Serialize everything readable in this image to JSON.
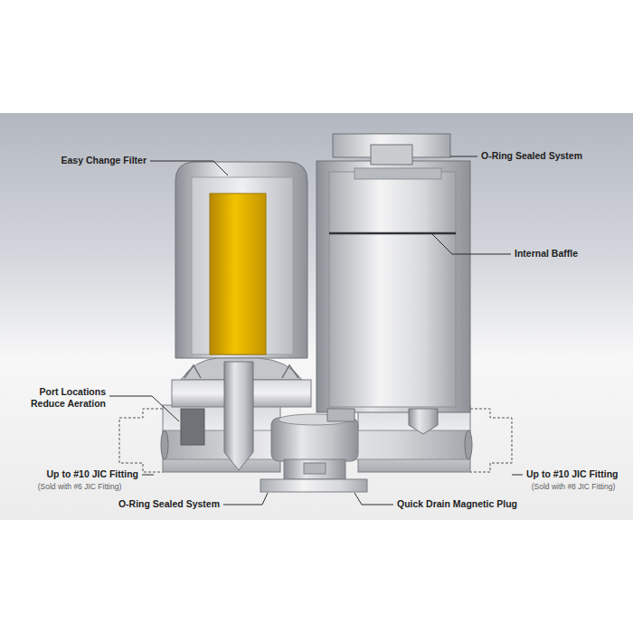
{
  "diagram": {
    "labels": [
      "Easy Change Filter",
      "O-Ring Sealed System",
      "Internal Baffle",
      "Port Locations Reduce Aeration",
      "Up to #10 JIC Fitting",
      "(Sold with #6 JIC Fitting)",
      "Up to #10 JIC Fitting",
      "(Sold with #8 JIC Fitting)",
      "O-Ring Sealed System",
      "Quick Drain Magnetic Plug"
    ]
  }
}
